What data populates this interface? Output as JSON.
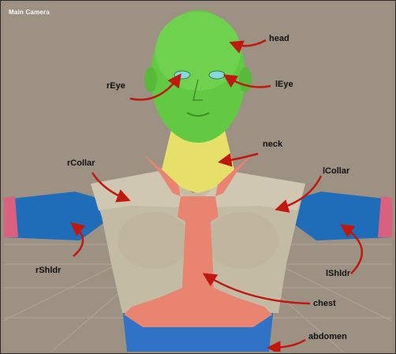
{
  "viewport": {
    "camera_title": "Main Camera"
  },
  "labels": {
    "head": "head",
    "rEye": "rEye",
    "lEye": "lEye",
    "neck": "neck",
    "rCollar": "rCollar",
    "lCollar": "lCollar",
    "rShldr": "rShldr",
    "lShldr": "lShldr",
    "chest": "chest",
    "abdomen": "abdomen"
  },
  "colors": {
    "background": "#9d9183",
    "head": "#62c943",
    "neck": "#e6e06a",
    "collar": "#c9c0a8",
    "chest": "#b5aa90",
    "shoulder": "#1f6db8",
    "abdomen": "#2f72c6",
    "chest_center": "#e88470",
    "arrow": "#c0180f"
  }
}
